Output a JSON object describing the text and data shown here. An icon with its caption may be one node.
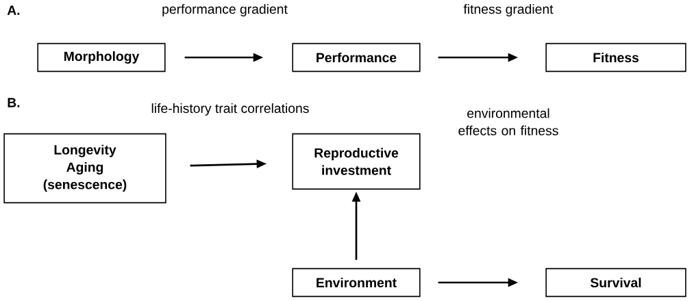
{
  "diagram": {
    "nodes": [
      {
        "text": [
          "Morphology"
        ]
      },
      {
        "text": [
          "Performance"
        ]
      },
      {
        "text": [
          "Fitness"
        ]
      },
      {
        "text": [
          "Longevity Aging (senescence)"
        ]
      },
      {
        "text": [
          "Reproductive investment"
        ]
      },
      {
        "text": [
          "Environment"
        ]
      },
      {
        "text": [
          "Survival"
        ]
      }
    ],
    "edges": [
      {
        "from": 0,
        "to": 1,
        "arrow": "to"
      },
      {
        "from": 1,
        "to": 2,
        "arrow": "to"
      },
      {
        "from": 3,
        "to": 4,
        "arrow": "to"
      },
      {
        "from": 5,
        "to": 4,
        "arrow": "to"
      },
      {
        "from": 5,
        "to": 6,
        "arrow": "to"
      }
    ],
    "labels": [
      "A.",
      "performance gradient",
      "fitness gradient",
      "B.",
      "life-history trait correlations",
      "environmental effects on fitness"
    ]
  }
}
